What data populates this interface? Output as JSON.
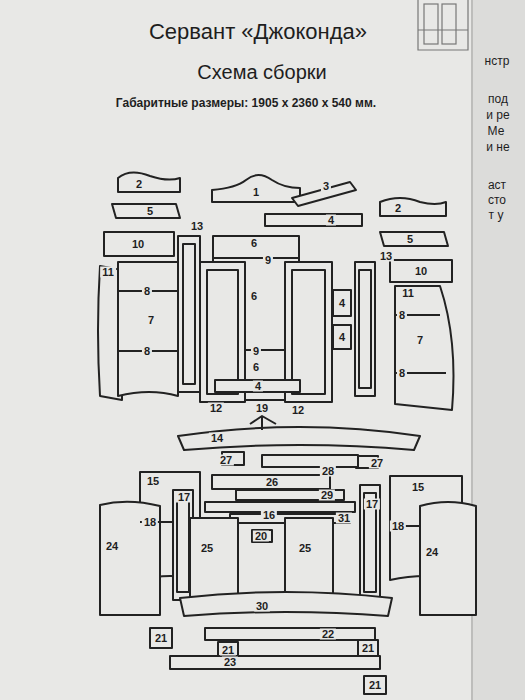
{
  "diagram": {
    "title": "Сервант «Джоконда»",
    "labels": [
      "Схема сборки",
      "Габаритные размеры: 1905 x 2360 x 540 мм.",
      "нстр",
      "под",
      "и ре",
      "Ме",
      "и не",
      "аст",
      "сто",
      "т у",
      "2",
      "1",
      "3",
      "2",
      "5",
      "4",
      "13",
      "5",
      "6",
      "10",
      "9",
      "13",
      "10",
      "11",
      "6",
      "11",
      "8",
      "4",
      "8",
      "7",
      "4",
      "7",
      "9",
      "8",
      "6",
      "8",
      "4",
      "12",
      "12",
      "19",
      "14",
      "27",
      "27",
      "28",
      "15",
      "26",
      "17",
      "15",
      "29",
      "16",
      "31",
      "17",
      "18",
      "18",
      "20",
      "24",
      "25",
      "25",
      "24",
      "30",
      "21",
      "22",
      "21",
      "21",
      "23",
      "21"
    ]
  }
}
